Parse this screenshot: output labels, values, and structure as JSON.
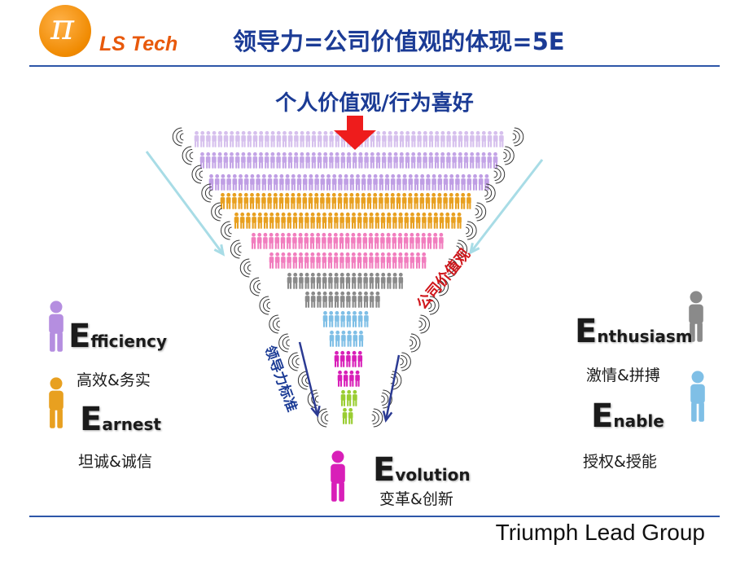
{
  "header": {
    "logo_symbol": "π",
    "brand": "LS Tech",
    "title": "领导力=公司价值观的体现=5E"
  },
  "funnel": {
    "top_label": "个人价值观/行为喜好",
    "right_label": "公司价值观",
    "left_label": "领导力标准"
  },
  "left": {
    "efficiency": {
      "letter": "E",
      "rest": "fficiency",
      "sub": "高效&务实"
    },
    "earnest": {
      "letter": "E",
      "rest": "arnest",
      "sub": "坦诚&诚信"
    }
  },
  "right": {
    "enthusiasm": {
      "letter": "E",
      "rest": "nthusiasm",
      "sub": "激情&拼搏"
    },
    "enable": {
      "letter": "E",
      "rest": "nable",
      "sub": "授权&授能"
    }
  },
  "center": {
    "evolution": {
      "letter": "E",
      "rest": "volution",
      "sub": "变革&创新"
    }
  },
  "footer": {
    "text": "Triumph Lead Group"
  },
  "colors": {
    "title_blue": "#1b3b95",
    "brand_orange": "#e8590c",
    "arrow_red": "#ee1c1c",
    "label_red": "#d0161b",
    "lavender": "#b58ee0",
    "orange": "#e8a020",
    "pink": "#f070b8",
    "gray": "#8a8a8a",
    "light_blue": "#7fbfe6",
    "magenta": "#d81fb8",
    "green": "#9acd32",
    "cyan_arrow": "#a8dce6",
    "navy_arrow": "#2b3a93"
  },
  "icons": [
    "logo-pi-icon",
    "person-icon",
    "red-down-arrow-icon",
    "sound-wave-icon"
  ]
}
